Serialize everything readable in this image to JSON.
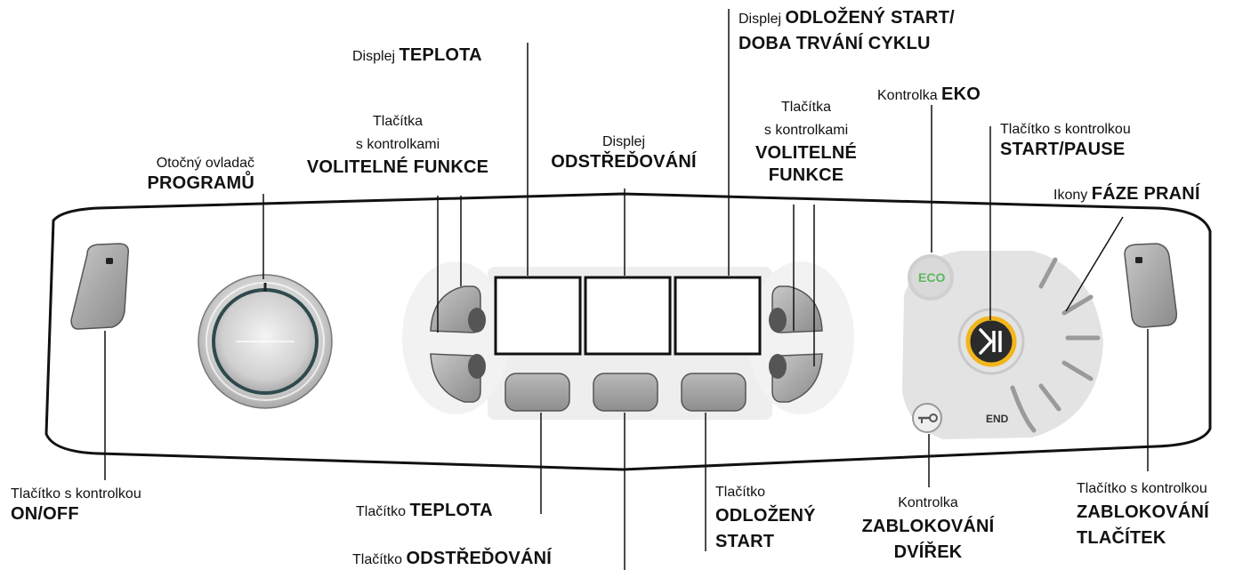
{
  "labels": {
    "onoff": {
      "prefix": "Tlačítko s kontrolkou",
      "main": "ON/OFF"
    },
    "program": {
      "prefix": "Otočný ovladač",
      "main": "PROGRAMŮ"
    },
    "options_left": {
      "line1": "Tlačítka",
      "line2": "s kontrolkami",
      "main": "VOLITELNÉ FUNKCE"
    },
    "temp_display": {
      "prefix": "Displej",
      "main": "TEPLOTA"
    },
    "spin_display": {
      "prefix": "Displej",
      "main": "ODSTŘEĎOVÁNÍ"
    },
    "delay_display": {
      "prefix": "Displej",
      "main1": "ODLOŽENÝ START/",
      "main2": "DOBA TRVÁNÍ CYKLU"
    },
    "options_right": {
      "line1": "Tlačítka",
      "line2": "s kontrolkami",
      "main1": "VOLITELNÉ",
      "main2": "FUNKCE"
    },
    "eco": {
      "prefix": "Kontrolka",
      "main": "EKO"
    },
    "startpause": {
      "prefix": "Tlačítko s kontrolkou",
      "main": "START/PAUSE"
    },
    "phases": {
      "prefix": "Ikony",
      "main": "FÁZE PRANÍ"
    },
    "temp_button": {
      "prefix": "Tlačítko",
      "main": "TEPLOTA"
    },
    "spin_button": {
      "prefix": "Tlačítko",
      "main": "ODSTŘEĎOVÁNÍ"
    },
    "delay_button": {
      "prefix": "Tlačítko",
      "main1": "ODLOŽENÝ",
      "main2": "START"
    },
    "door_lock": {
      "prefix": "Kontrolka",
      "main1": "ZABLOKOVÁNÍ",
      "main2": "DVÍŘEK"
    },
    "key_lock": {
      "prefix": "Tlačítko s kontrolkou",
      "main1": "ZABLOKOVÁNÍ",
      "main2": "TLAČÍTEK"
    }
  },
  "panel": {
    "eco_icon_text": "ECO",
    "end_text": "END",
    "eco_color": "#5cb85c",
    "start_ring_color": "#f2b61c"
  }
}
